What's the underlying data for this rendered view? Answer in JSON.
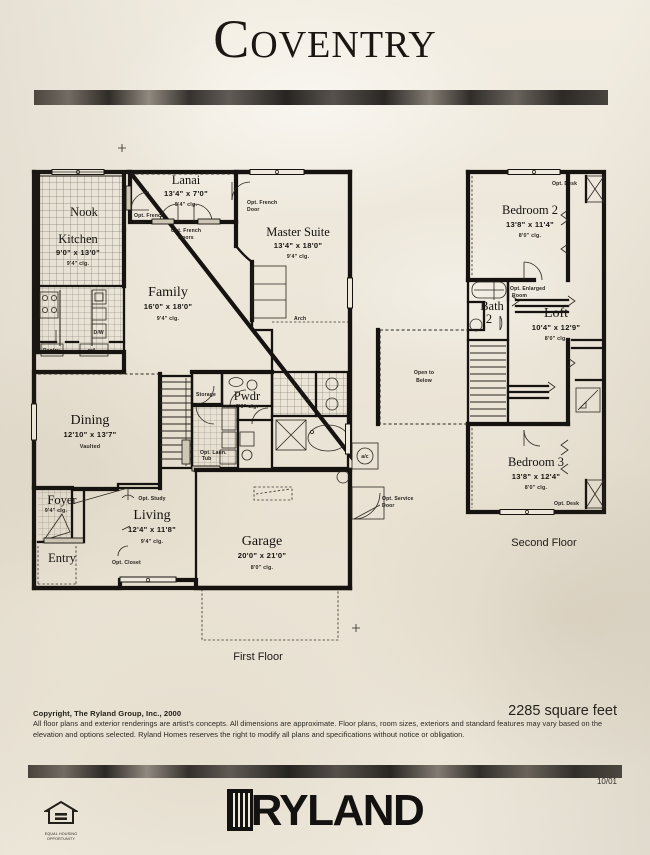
{
  "header": {
    "title": "Coventry"
  },
  "plan": {
    "first_floor_label": "First Floor",
    "second_floor_label": "Second Floor",
    "rooms_first": [
      {
        "name": "Nook",
        "dims": "",
        "clg": ""
      },
      {
        "name": "Kitchen",
        "dims": "9'0\" x 13'0\"",
        "clg": "9'4\" clg."
      },
      {
        "name": "Lanai",
        "dims": "13'4\" x 7'0\"",
        "clg": "9'4\" clg."
      },
      {
        "name": "Master Suite",
        "dims": "13'4\" x 18'0\"",
        "clg": "9'4\" clg."
      },
      {
        "name": "Family",
        "dims": "16'0\" x 18'0\"",
        "clg": "9'4\" clg."
      },
      {
        "name": "Dining",
        "dims": "12'10\" x 13'7\"",
        "clg": "Vaulted"
      },
      {
        "name": "Living",
        "dims": "12'4\" x 11'8\"",
        "clg": "9'4\" clg."
      },
      {
        "name": "Foyer",
        "dims": "",
        "clg": "9'4\" clg."
      },
      {
        "name": "Entry",
        "dims": "",
        "clg": ""
      },
      {
        "name": "Pwdr",
        "dims": "",
        "clg": "8'0\" clg."
      },
      {
        "name": "Garage",
        "dims": "20'0\" x 21'0\"",
        "clg": "8'0\" clg."
      }
    ],
    "rooms_second": [
      {
        "name": "Bedroom 2",
        "dims": "13'8\" x 11'4\"",
        "clg": "8'0\" clg."
      },
      {
        "name": "Bath",
        "num": "2",
        "dims": "",
        "clg": ""
      },
      {
        "name": "Loft",
        "dims": "10'4\" x 12'9\"",
        "clg": "8'0\" clg."
      },
      {
        "name": "Bedroom 3",
        "dims": "13'8\" x 12'4\"",
        "clg": "8'0\" clg."
      }
    ],
    "annotations": {
      "opt_french_door": "Opt. French\nDoor",
      "opt_french_door_2": "Opt. French\nDoor",
      "opt_french_doors": "Opt. French\nDoors",
      "opt_study": "Opt. Study",
      "opt_closet": "Opt. Closet",
      "opt_service_door": "Opt. Service\nDoor",
      "opt_laundry_tub": "Opt. Laun.\nTub",
      "opt_desk_top": "Opt. Desk",
      "opt_desk_bottom": "Opt. Desk",
      "opt_enlarged_room": "Opt. Enlarged\nRoom",
      "storage": "Storage",
      "pantry": "Pantry",
      "ref": "ref",
      "dw": "D/W",
      "arch": "Arch",
      "open_to_below": "Open to\nBelow",
      "ac": "a/c"
    }
  },
  "footer": {
    "copyright": "Copyright, The Ryland Group, Inc., 2000",
    "disclaimer_line1": "All floor plans and exterior renderings are artist's concepts.  All dimensions are approximate.  Floor plans, room sizes, exteriors and standard features may vary",
    "disclaimer_line2": "based on the elevation and options selected.  Ryland Homes reserves the right to modify all plans and specifications without notice or obligation.",
    "square_feet": "2285 square feet",
    "date_code": "10/01",
    "brand": "RYLAND",
    "eho_line1": "EQUAL HOUSING",
    "eho_line2": "OPPORTUNITY"
  }
}
